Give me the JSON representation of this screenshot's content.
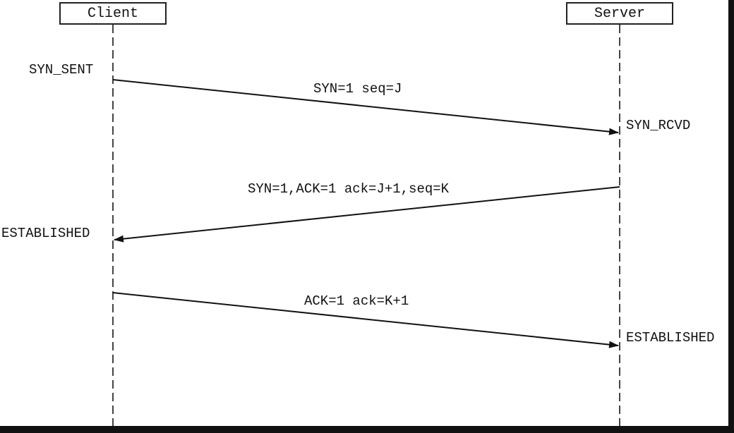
{
  "participants": {
    "client": "Client",
    "server": "Server"
  },
  "states": {
    "client_syn_sent": "SYN_SENT",
    "server_syn_rcvd": "SYN_RCVD",
    "client_established": "ESTABLISHED",
    "server_established": "ESTABLISHED"
  },
  "messages": [
    {
      "label": "SYN=1 seq=J",
      "from": "client",
      "to": "server"
    },
    {
      "label": "SYN=1,ACK=1 ack=J+1,seq=K",
      "from": "server",
      "to": "client"
    },
    {
      "label": "ACK=1 ack=K+1",
      "from": "client",
      "to": "server"
    }
  ],
  "colors": {
    "frame": "#111111",
    "background": "#ffffff",
    "line": "#111111"
  }
}
